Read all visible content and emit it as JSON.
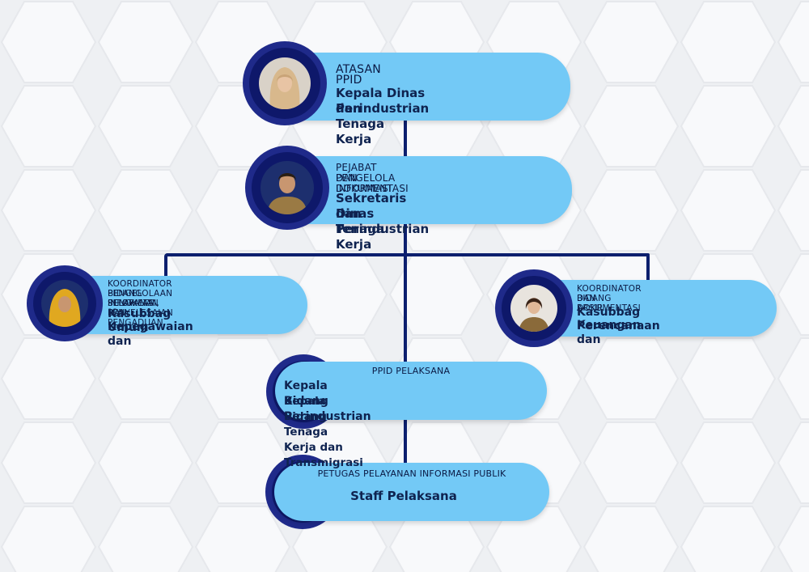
{
  "colors": {
    "accent": "#73c9f6",
    "ring_outer": "#1f2a8a",
    "ring_inner": "#0e186a",
    "connector": "#0c1f6e",
    "background": "#f3f4f6"
  },
  "nodes": {
    "atasan": {
      "role": "ATASAN PPID",
      "name_line1": "Kepala Dinas Perindustrian",
      "name_line2": "dan Tenaga Kerja",
      "icon": "portrait-hijab-woman"
    },
    "pejabat": {
      "role_line1": "PEJABAT PENGELOLA INFORMASI",
      "role_line2": "DAN DOKUMENTASI",
      "name_line1": "Sekretaris Dinas Perindustrian",
      "name_line2": "dan Tenaga Kerja",
      "icon": "portrait-man-uniform"
    },
    "koordinator_pelayanan": {
      "role_line1": "KOORDINATOR BIDANG PELAYANAN DAN",
      "role_line2": "PENGELOLAAN INFORMASI, PENYELESAIAN",
      "role_line3": "SENGKETA DAN PENGADUAN",
      "name_line1": "Kasubbag Umum dan",
      "name_line2": "Kepegawaian",
      "icon": "portrait-yellow-hijab-woman"
    },
    "koordinator_dokumentasi": {
      "role_line1": "KOORDINATOR BIDANG DOKUMENTASI",
      "role_line2": "DAN ARSIP",
      "name_line1": "Kasubbag Perencanaan dan",
      "name_line2": "Keuangan",
      "icon": "portrait-woman"
    },
    "pelaksana": {
      "role": "PPID PELAKSANA",
      "name_line1": "Kepala Bidang Perindustrian",
      "name_line2": "Kepala Bidang Tenaga Kerja dan Transmigrasi"
    },
    "petugas": {
      "role": "PETUGAS PELAYANAN INFORMASI PUBLIK",
      "name": "Staff Pelaksana"
    }
  }
}
